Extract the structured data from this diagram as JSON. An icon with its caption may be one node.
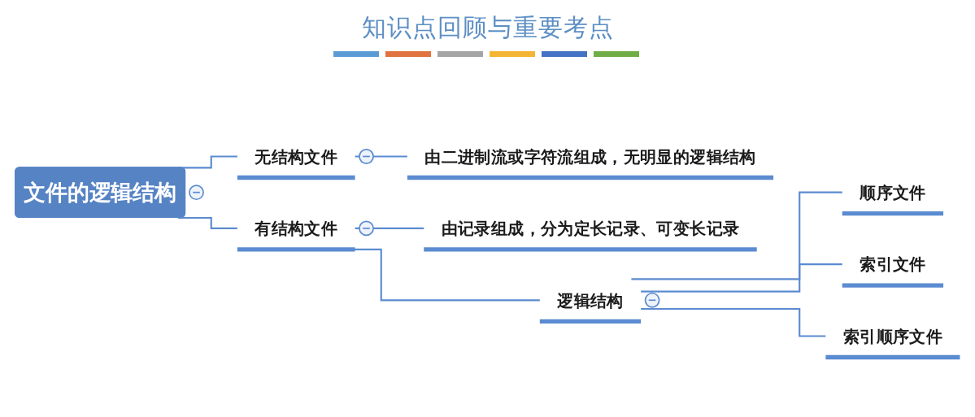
{
  "diagram": {
    "title": "知识点回顾与重要考点",
    "nodes": [
      {
        "text": [
          "文件的逻辑结构"
        ]
      },
      {
        "text": [
          "无结构文件"
        ]
      },
      {
        "text": [
          "由二进制流或字符流组成，无明显的逻辑结构"
        ]
      },
      {
        "text": [
          "有结构文件"
        ]
      },
      {
        "text": [
          "由记录组成，分为定长记录、可变长记录"
        ]
      },
      {
        "text": [
          "逻辑结构"
        ]
      },
      {
        "text": [
          "顺序文件"
        ]
      },
      {
        "text": [
          "索引文件"
        ]
      },
      {
        "text": [
          "索引顺序文件"
        ]
      }
    ],
    "edges": [
      {
        "from": 0,
        "to": 1,
        "arrow": "none"
      },
      {
        "from": 1,
        "to": 2,
        "arrow": "none"
      },
      {
        "from": 0,
        "to": 3,
        "arrow": "none"
      },
      {
        "from": 3,
        "to": 4,
        "arrow": "none"
      },
      {
        "from": 3,
        "to": 5,
        "arrow": "none"
      },
      {
        "from": 5,
        "to": 6,
        "arrow": "none"
      },
      {
        "from": 5,
        "to": 7,
        "arrow": "none"
      },
      {
        "from": 5,
        "to": 8,
        "arrow": "none"
      }
    ]
  }
}
